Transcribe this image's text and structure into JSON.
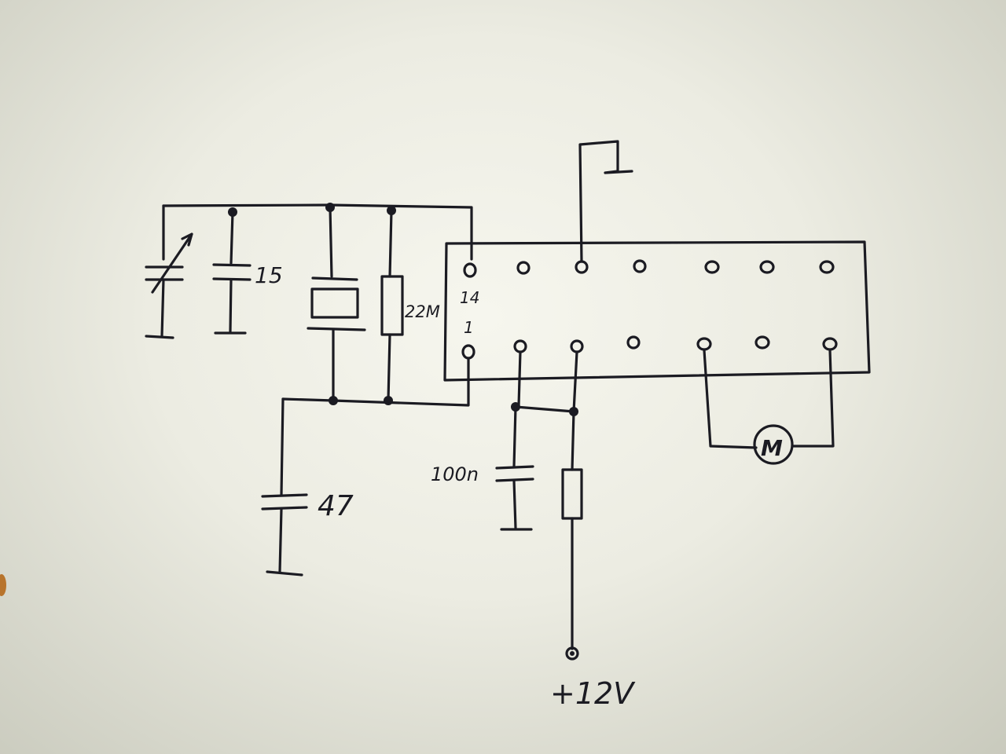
{
  "schematic": {
    "components": {
      "trimmer_capacitor": {
        "label": ""
      },
      "capacitor_c1": {
        "label": "15"
      },
      "crystal": {
        "label": ""
      },
      "resistor_r1": {
        "label": "22M"
      },
      "capacitor_c2": {
        "label": "47"
      },
      "capacitor_c3": {
        "label": "100n"
      },
      "resistor_r2": {
        "label": ""
      },
      "motor": {
        "label": "M"
      }
    },
    "ic": {
      "pin_top_label": "14",
      "pin_bottom_label": "1"
    },
    "supply": {
      "label": "+12V"
    }
  },
  "colors": {
    "ink": "#1b1b22",
    "paper": "#ecece2"
  }
}
